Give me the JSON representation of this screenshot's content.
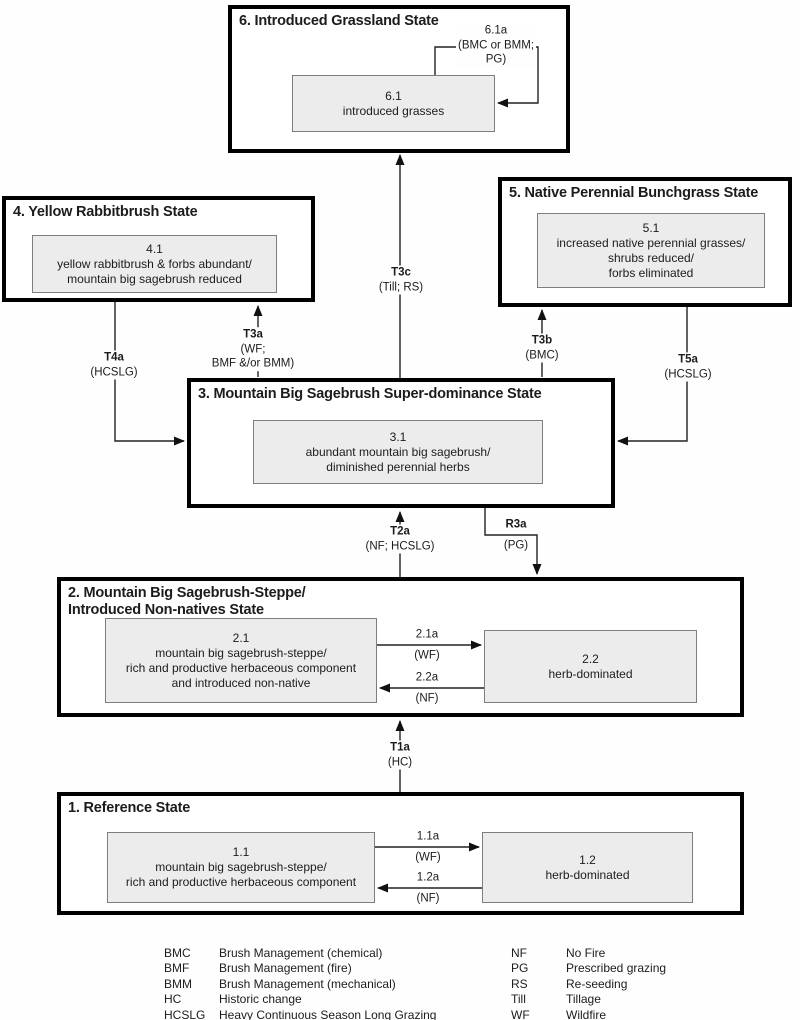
{
  "colors": {
    "background": "#fefefe",
    "state_border": "#000000",
    "community_fill": "#ececec",
    "community_border": "#7e7e7e",
    "arrow": "#222222",
    "text": "#1c1c1c"
  },
  "states": {
    "s1": {
      "title": "1. Reference State"
    },
    "s2": {
      "title_lines": [
        "2. Mountain Big Sagebrush-Steppe/",
        "Introduced Non-natives State"
      ]
    },
    "s3": {
      "title": "3. Mountain Big Sagebrush Super-dominance State"
    },
    "s4": {
      "title": "4. Yellow Rabbitbrush State"
    },
    "s5": {
      "title": "5. Native Perennial Bunchgrass State"
    },
    "s6": {
      "title": "6. Introduced Grassland State"
    }
  },
  "communities": {
    "c11": {
      "id": "1.1",
      "lines": [
        "mountain big sagebrush-steppe/",
        "rich and productive herbaceous component"
      ]
    },
    "c12": {
      "id": "1.2",
      "lines": [
        "herb-dominated"
      ]
    },
    "c21": {
      "id": "2.1",
      "lines": [
        "mountain big sagebrush-steppe/",
        "rich and productive herbaceous component",
        "and introduced non-native"
      ]
    },
    "c22": {
      "id": "2.2",
      "lines": [
        "herb-dominated"
      ]
    },
    "c31": {
      "id": "3.1",
      "lines": [
        "abundant mountain big sagebrush/",
        "diminished perennial herbs"
      ]
    },
    "c41": {
      "id": "4.1",
      "lines": [
        "yellow rabbitbrush & forbs abundant/",
        "mountain big sagebrush reduced"
      ]
    },
    "c51": {
      "id": "5.1",
      "lines": [
        "increased native perennial grasses/",
        "shrubs reduced/",
        "forbs eliminated"
      ]
    },
    "c61": {
      "id": "6.1",
      "lines": [
        "introduced grasses"
      ]
    }
  },
  "transitions": {
    "t1a": {
      "name": "T1a",
      "quals": [
        "(HC)"
      ]
    },
    "t2a": {
      "name": "T2a",
      "quals": [
        "(NF; HCSLG)"
      ]
    },
    "t3a": {
      "name": "T3a",
      "quals": [
        "(WF;",
        "BMF &/or BMM)"
      ]
    },
    "t3b": {
      "name": "T3b",
      "quals": [
        "(BMC)"
      ]
    },
    "t3c": {
      "name": "T3c",
      "quals": [
        "(Till; RS)"
      ]
    },
    "t4a": {
      "name": "T4a",
      "quals": [
        "(HCSLG)"
      ]
    },
    "t5a": {
      "name": "T5a",
      "quals": [
        "(HCSLG)"
      ]
    },
    "r3a": {
      "name": "R3a",
      "quals": [
        "(PG)"
      ]
    },
    "p61a": {
      "name": "6.1a",
      "quals": [
        "(BMC or BMM;",
        "PG)"
      ]
    },
    "p21a": {
      "name": "2.1a",
      "quals": [
        "(WF)"
      ]
    },
    "p22a": {
      "name": "2.2a",
      "quals": [
        "(NF)"
      ]
    },
    "p11a": {
      "name": "1.1a",
      "quals": [
        "(WF)"
      ]
    },
    "p12a": {
      "name": "1.2a",
      "quals": [
        "(NF)"
      ]
    }
  },
  "legend": {
    "left": [
      {
        "abbr": "BMC",
        "def": "Brush Management (chemical)"
      },
      {
        "abbr": "BMF",
        "def": "Brush Management (fire)"
      },
      {
        "abbr": "BMM",
        "def": "Brush Management (mechanical)"
      },
      {
        "abbr": "HC",
        "def": "Historic change"
      },
      {
        "abbr": "HCSLG",
        "def": "Heavy Continuous Season Long Grazing"
      }
    ],
    "right": [
      {
        "abbr": "NF",
        "def": "No Fire"
      },
      {
        "abbr": "PG",
        "def": "Prescribed grazing"
      },
      {
        "abbr": "RS",
        "def": "Re-seeding"
      },
      {
        "abbr": "Till",
        "def": "Tillage"
      },
      {
        "abbr": "WF",
        "def": "Wildfire"
      }
    ]
  }
}
